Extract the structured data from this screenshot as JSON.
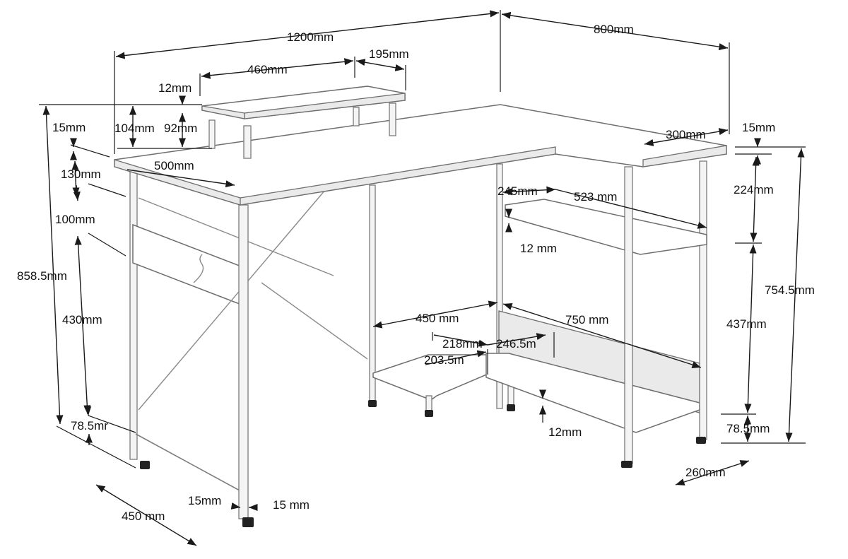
{
  "figure": {
    "colors": {
      "line": "#1a1a1a",
      "frame": "#7d7d7d",
      "feet": "#222222"
    },
    "labels": {
      "width_total": "1200mm",
      "depth_return": "800mm",
      "riser_width": "460mm",
      "riser_depth": "195mm",
      "riser_thickness": "12mm",
      "riser_height_total": "104mm",
      "riser_height_inner": "92mm",
      "top_thickness": "15mm",
      "top_depth_front": "500mm",
      "panel_gap_top": "130mm",
      "panel_height": "100mm",
      "height_total": "858.5mm",
      "leg_lower": "430mm",
      "foot_height_left": "78.5mr",
      "depth_left": "450 mm",
      "leg_width_a": "15mm",
      "leg_width_b": "15 mm",
      "return_depth": "300mm",
      "return_top_thickness": "15mm",
      "upper_gap": "224mm",
      "right_height": "754.5mm",
      "shelf_gap": "437mm",
      "foot_height_right": "78.5mm",
      "return_leg_depth": "260mm",
      "upper_shelf_width": "245mm",
      "upper_shelf_length": "523 mm",
      "upper_shelf_thickness": "12 mm",
      "lower_shelf_depth": "450 mm",
      "lower_shelf_length": "750 mm",
      "lower_shelf_a": "218mm",
      "lower_shelf_b": "246.5m",
      "lower_shelf_c": "203.5m",
      "lower_shelf_thickness": "12mm"
    }
  }
}
